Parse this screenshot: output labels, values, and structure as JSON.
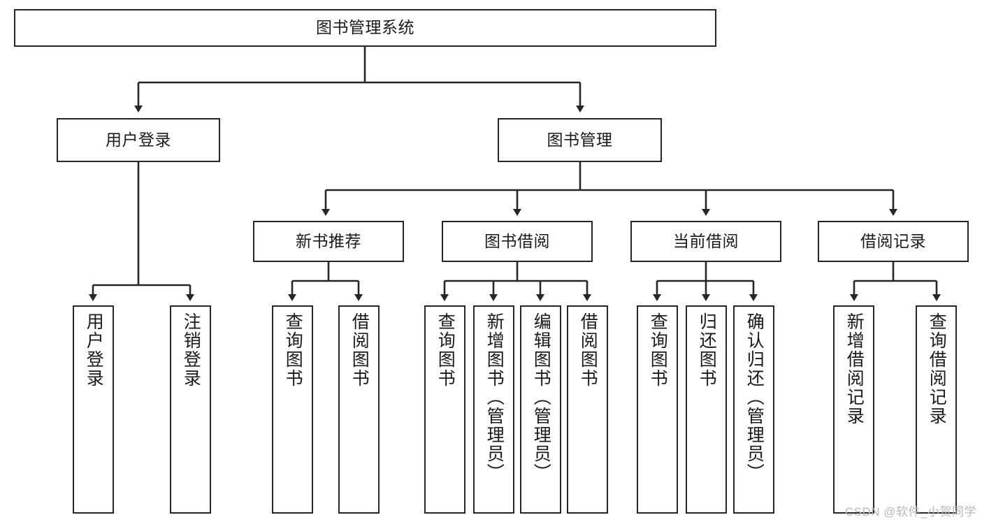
{
  "diagram": {
    "title": "图书管理系统",
    "watermark": "CSDN @软件_小贺同学",
    "line_color": "#262626",
    "box_border_color": "#262626",
    "box_fill_color": "#ffffff",
    "text_color": "#1a1a1a",
    "background_color": "#ffffff"
  },
  "nodes": {
    "root": {
      "label": "图书管理系统"
    },
    "level2": [
      {
        "label": "用户登录"
      },
      {
        "label": "图书管理"
      }
    ],
    "level3": [
      {
        "label": "新书推荐"
      },
      {
        "label": "图书借阅"
      },
      {
        "label": "当前借阅"
      },
      {
        "label": "借阅记录"
      }
    ],
    "leaves": [
      {
        "label": "用户登录"
      },
      {
        "label": "注销登录"
      },
      {
        "label": "查询图书"
      },
      {
        "label": "借阅图书"
      },
      {
        "label": "查询图书"
      },
      {
        "label": "新增图书（管理员）"
      },
      {
        "label": "编辑图书（管理员）"
      },
      {
        "label": "借阅图书"
      },
      {
        "label": "查询图书"
      },
      {
        "label": "归还图书"
      },
      {
        "label": "确认归还（管理员）"
      },
      {
        "label": "新增借阅记录"
      },
      {
        "label": "查询借阅记录"
      }
    ]
  }
}
